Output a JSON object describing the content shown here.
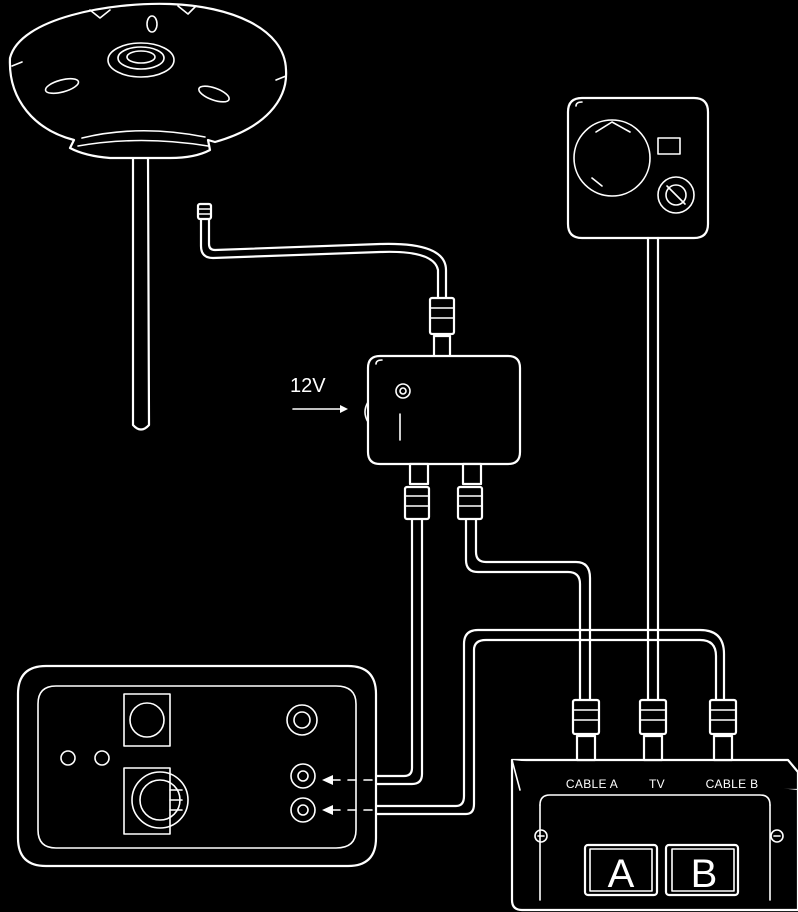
{
  "labels": {
    "voltage": "12V",
    "cable_a": "CABLE A",
    "tv": "TV",
    "cable_b": "CABLE B",
    "button_a": "A",
    "button_b": "B"
  },
  "colors": {
    "background": "#000000",
    "line": "#ffffff"
  }
}
